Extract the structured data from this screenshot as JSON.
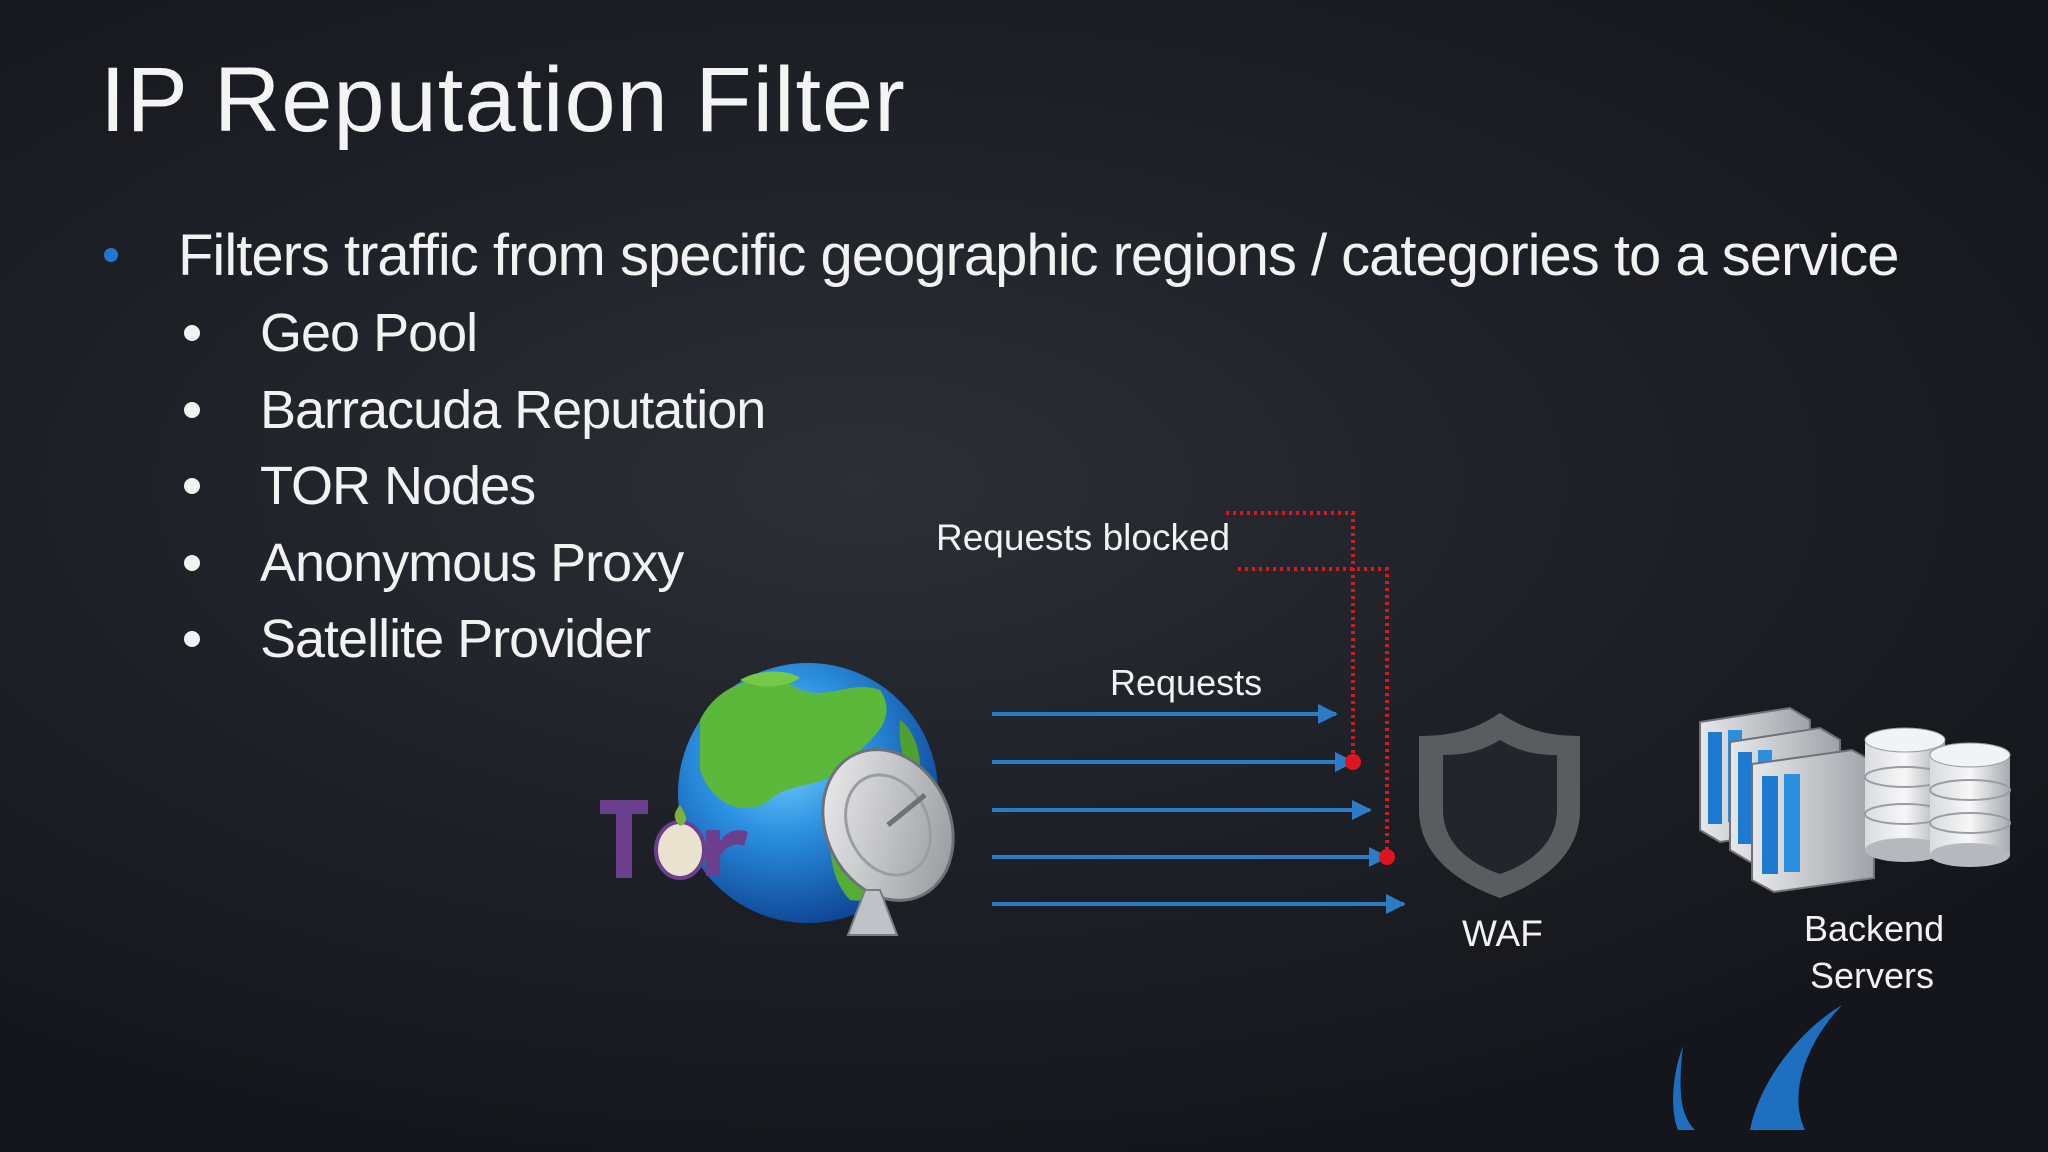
{
  "slide": {
    "title": "IP Reputation Filter",
    "main_bullet": "Filters traffic from specific geographic regions / categories to a service",
    "sub_bullets": [
      "Geo Pool",
      "Barracuda Reputation",
      "TOR Nodes",
      "Anonymous Proxy",
      "Satellite Provider"
    ]
  },
  "diagram": {
    "blocked_label": "Requests blocked",
    "requests_label": "Requests",
    "waf_label": "WAF",
    "backend_label_line1": "Backend",
    "backend_label_line2": "Servers",
    "tor_logo_text": "Tor",
    "icons": [
      "globe-icon",
      "satellite-dish-icon",
      "tor-logo",
      "shield-icon",
      "server-rack-icon",
      "database-icon",
      "barracuda-logo"
    ],
    "colors": {
      "accent_blue": "#1f77d0",
      "arrow_blue": "#2a7cc7",
      "blocked_red": "#e0141e",
      "shield_gray": "#5a5c60",
      "tor_purple": "#6b3f8e"
    }
  }
}
